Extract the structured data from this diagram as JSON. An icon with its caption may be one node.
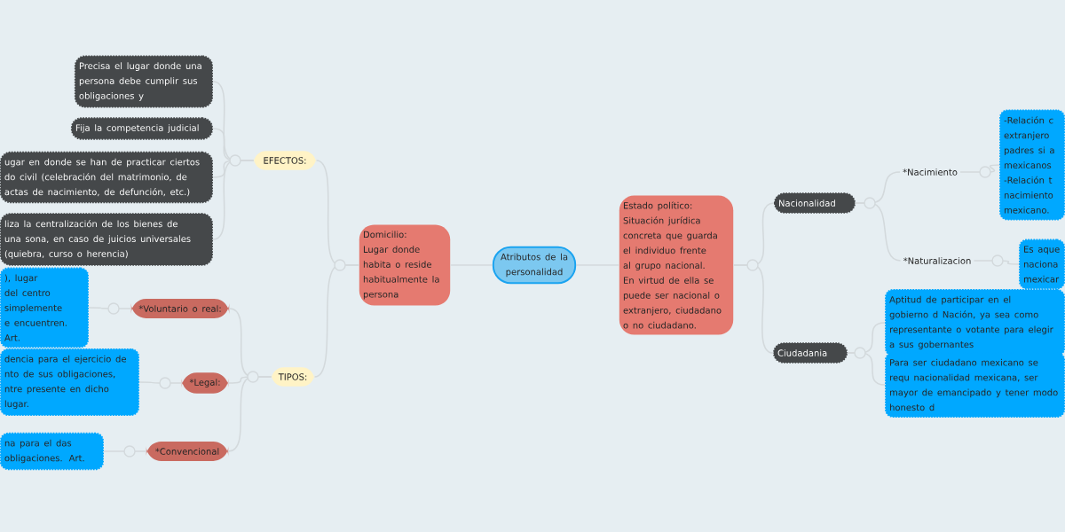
{
  "diagram": {
    "nodes": [
      {
        "text": [
          "Atributos de la personalidad"
        ]
      },
      {
        "text": [
          "Domicilio: Lugar donde habita o reside habitualmente la persona"
        ]
      },
      {
        "text": [
          "EFECTOS:"
        ]
      },
      {
        "text": [
          "Precisa el lugar donde una persona debe cumplir sus obligaciones y"
        ]
      },
      {
        "text": [
          "Fija la competencia judicial"
        ]
      },
      {
        "text": [
          "ugar en donde se han de practicar ciertos do civil (celebración del matrimonio, de actas de nacimiento, de defunción, etc.)"
        ]
      },
      {
        "text": [
          "liza la centralización de los bienes de una sona, en caso de juicios universales (quiebra, curso o herencia)"
        ]
      },
      {
        "text": [
          "TIPOS:"
        ]
      },
      {
        "text": [
          "*Voluntario o real:"
        ]
      },
      {
        "text": [
          "), lugar del centro simplemente e encuentren. Art."
        ]
      },
      {
        "text": [
          "*Legal:"
        ]
      },
      {
        "text": [
          "dencia para el ejercicio de nto de sus obligaciones, ntre presente en dicho lugar."
        ]
      },
      {
        "text": [
          "*Convencional"
        ]
      },
      {
        "text": [
          "na para el das obligaciones. Art."
        ]
      },
      {
        "text": [
          "Estado político: Situación jurídica concreta que guarda el individuo frente al grupo nacional. En virtud de ella se puede ser nacional o extranjero, ciudadano o no ciudadano."
        ]
      },
      {
        "text": [
          "Nacionalidad"
        ]
      },
      {
        "text": [
          "*Nacimiento"
        ]
      },
      {
        "text": [
          "-Relación c extranjero padres si a mexicanos -Relación t nacimiento mexicano."
        ]
      },
      {
        "text": [
          "*Naturalizacion"
        ]
      },
      {
        "text": [
          "Es aque naciona mexicar"
        ]
      },
      {
        "text": [
          "Ciudadania"
        ]
      },
      {
        "text": [
          "Aptitud de participar en el gobierno d Nación, ya sea como representante o votante para elegir a sus gobernantes"
        ]
      },
      {
        "text": [
          "Para ser ciudadano mexicano se requ nacionalidad mexicana, ser mayor de emancipado y tener modo honesto d"
        ]
      }
    ],
    "edges": [
      {
        "from": 0,
        "to": 1,
        "arrow": "none"
      },
      {
        "from": 1,
        "to": 2,
        "arrow": "none"
      },
      {
        "from": 1,
        "to": 7,
        "arrow": "none"
      },
      {
        "from": 2,
        "to": 3,
        "arrow": "none"
      },
      {
        "from": 2,
        "to": 4,
        "arrow": "none"
      },
      {
        "from": 2,
        "to": 5,
        "arrow": "none"
      },
      {
        "from": 2,
        "to": 6,
        "arrow": "none"
      },
      {
        "from": 7,
        "to": 8,
        "arrow": "none"
      },
      {
        "from": 7,
        "to": 10,
        "arrow": "none"
      },
      {
        "from": 7,
        "to": 12,
        "arrow": "none"
      },
      {
        "from": 8,
        "to": 9,
        "arrow": "none"
      },
      {
        "from": 10,
        "to": 11,
        "arrow": "none"
      },
      {
        "from": 12,
        "to": 13,
        "arrow": "none"
      },
      {
        "from": 0,
        "to": 14,
        "arrow": "none"
      },
      {
        "from": 14,
        "to": 15,
        "arrow": "none"
      },
      {
        "from": 14,
        "to": 20,
        "arrow": "none"
      },
      {
        "from": 15,
        "to": 16,
        "arrow": "none"
      },
      {
        "from": 15,
        "to": 18,
        "arrow": "none"
      },
      {
        "from": 16,
        "to": 17,
        "arrow": "none"
      },
      {
        "from": 18,
        "to": 19,
        "arrow": "none"
      },
      {
        "from": 20,
        "to": 21,
        "arrow": "none"
      },
      {
        "from": 20,
        "to": 22,
        "arrow": "none"
      }
    ]
  }
}
